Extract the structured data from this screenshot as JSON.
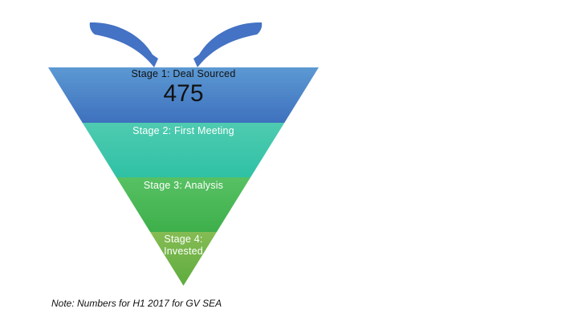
{
  "note": {
    "text": "Note: Numbers for H1 2017 for GV SEA"
  },
  "arrows": {
    "color": "#4472C4",
    "left_icon": "curved-swoosh-arrow-pointing-down-right",
    "right_icon": "curved-swoosh-arrow-pointing-down-left"
  },
  "chart_data": {
    "type": "funnel",
    "title": "",
    "stages": [
      {
        "label": "Stage 1: Deal Sourced",
        "value": "475",
        "color_top": "#5C99D3",
        "color_bottom": "#3E71BE",
        "text_color": "#111111"
      },
      {
        "label": "Stage 2: First Meeting",
        "value": "",
        "color_top": "#4FCBB0",
        "color_bottom": "#2FC1A5",
        "text_color": "#FFFFFF"
      },
      {
        "label": "Stage 3: Analysis",
        "value": "",
        "color_top": "#57C163",
        "color_bottom": "#3EAF4B",
        "text_color": "#FFFFFF"
      },
      {
        "label": "Stage 4: Invested",
        "value": "",
        "color_top": "#85BC54",
        "color_bottom": "#5EAC3D",
        "text_color": "#FFFFFF"
      }
    ]
  }
}
